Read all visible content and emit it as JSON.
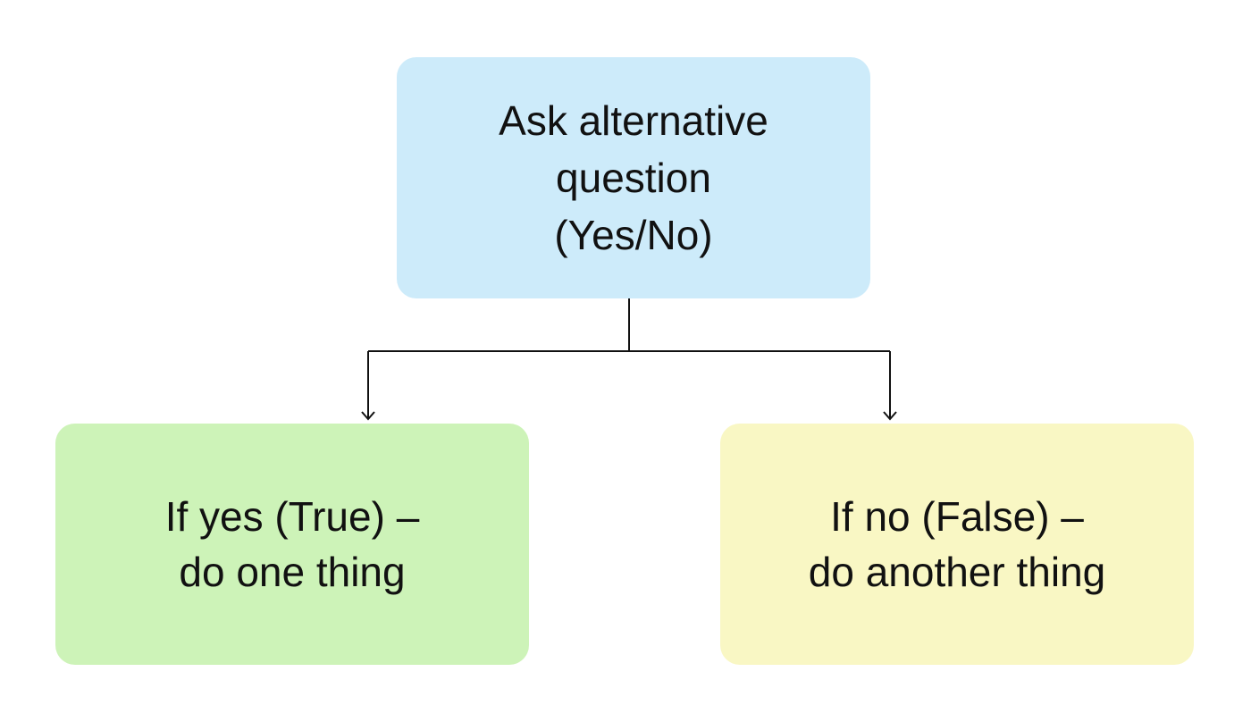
{
  "diagram": {
    "question": {
      "lines": [
        "Ask alternative",
        "question",
        "(Yes/No)"
      ],
      "fill": "#cdebfa"
    },
    "yes_branch": {
      "lines": [
        "If yes (True) –",
        "do one thing"
      ],
      "fill": "#cdf3b8"
    },
    "no_branch": {
      "lines": [
        "If no (False) –",
        "do another thing"
      ],
      "fill": "#f9f7c4"
    },
    "connector_color": "#111111"
  }
}
